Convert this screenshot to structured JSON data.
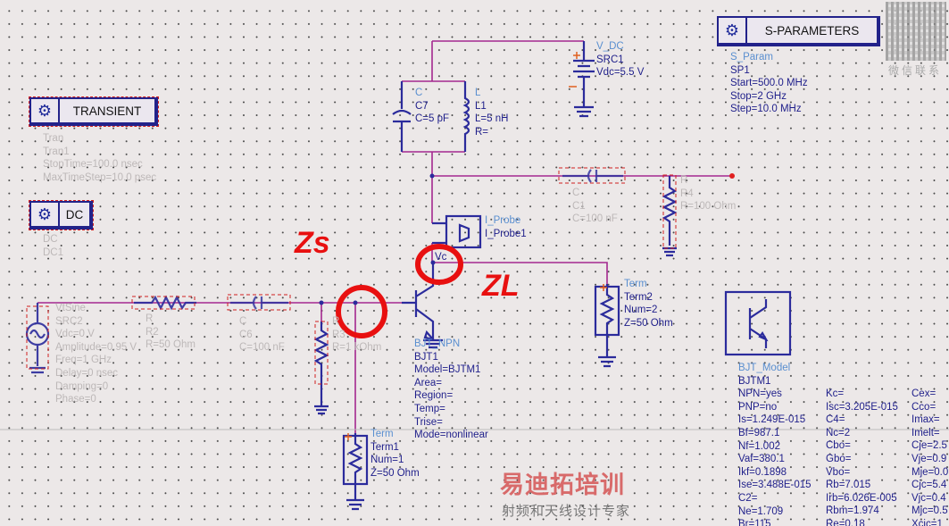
{
  "controllers": {
    "transient": "TRANSIENT",
    "dc": "DC",
    "sparam": "S-PARAMETERS"
  },
  "labels": {
    "tran": [
      "Tran",
      "Tran1",
      "StopTime=100.0 nsec",
      "MaxTimeStep=10.0 psec"
    ],
    "dc": [
      "DC",
      "DC1"
    ],
    "sparam": [
      "S_Param",
      "SP1",
      "Start=500.0 MHz",
      "Stop=2 GHz",
      "Step=10.0 MHz"
    ],
    "vdc": [
      "V_DC",
      "SRC1",
      "Vdc=5.5 V"
    ],
    "c7": [
      "C",
      "C7",
      "C=5 pF"
    ],
    "l1": [
      "L",
      "L1",
      "L=5 nH",
      "R="
    ],
    "c1": [
      "C",
      "C1",
      "C=100 nF"
    ],
    "r4": [
      "R",
      "R4",
      "R=100 Ohm"
    ],
    "probe": [
      "I_Probe",
      "I_Probe1"
    ],
    "vc": [
      "Vc"
    ],
    "term2": [
      "Term",
      "Term2",
      "Num=2",
      "Z=50 Ohm"
    ],
    "src2": [
      "VtSine",
      "SRC2",
      "Vdc=0 V",
      "Amplitude=0.95 V",
      "Freq=1 GHz",
      "Delay=0 nsec",
      "Damping=0",
      "Phase=0"
    ],
    "r2": [
      "R",
      "R2",
      "R=50 Ohm"
    ],
    "c6": [
      "C",
      "C6",
      "C=100 nF"
    ],
    "r3": [
      "R",
      "R3",
      "R=1 kOhm"
    ],
    "bjt": [
      "BJT_NPN",
      "BJT1",
      "Model=BJTM1",
      "Area=",
      "Region=",
      "Temp=",
      "Trise=",
      "Mode=nonlinear"
    ],
    "term1": [
      "Term",
      "Term1",
      "Num=1",
      "Z=50 Ohm"
    ],
    "model1": [
      "BJT_Model",
      "BJTM1",
      "NPN=yes",
      "PNP=no",
      "Is=1.249E-015",
      "Bf=987.1",
      "Nf=1.002",
      "Vaf=380.1",
      "Ikf=0.1898",
      "Ise=3.488E-015",
      "C2=",
      "Ne=1.709",
      "Br=115"
    ],
    "model2": [
      "Kc=",
      "Isc=3.205E-015",
      "C4=",
      "Nc=2",
      "Cbo=",
      "Gbo=",
      "Vbo=",
      "Rb=7.015",
      "Irb=6.026E-005",
      "Rbm=1.974",
      "Re=0.18"
    ],
    "model3": [
      "Cex=",
      "Cco=",
      "Imax=",
      "Imelt=",
      "Cje=2.5",
      "Vje=0.9",
      "Mje=0.0",
      "Cjc=5.4",
      "Vjc=0.4",
      "Mjc=0.5",
      "Xcjc=1"
    ]
  },
  "annotations": {
    "zs": "Zs",
    "zl": "ZL"
  },
  "watermark": {
    "qr_caption": "微信联系",
    "brand": "易迪拓培训",
    "tagline": "射频和天线设计专家"
  },
  "colors": {
    "wire": "#a3288f",
    "component": "#2b2b9c",
    "annotation": "#e81010"
  }
}
